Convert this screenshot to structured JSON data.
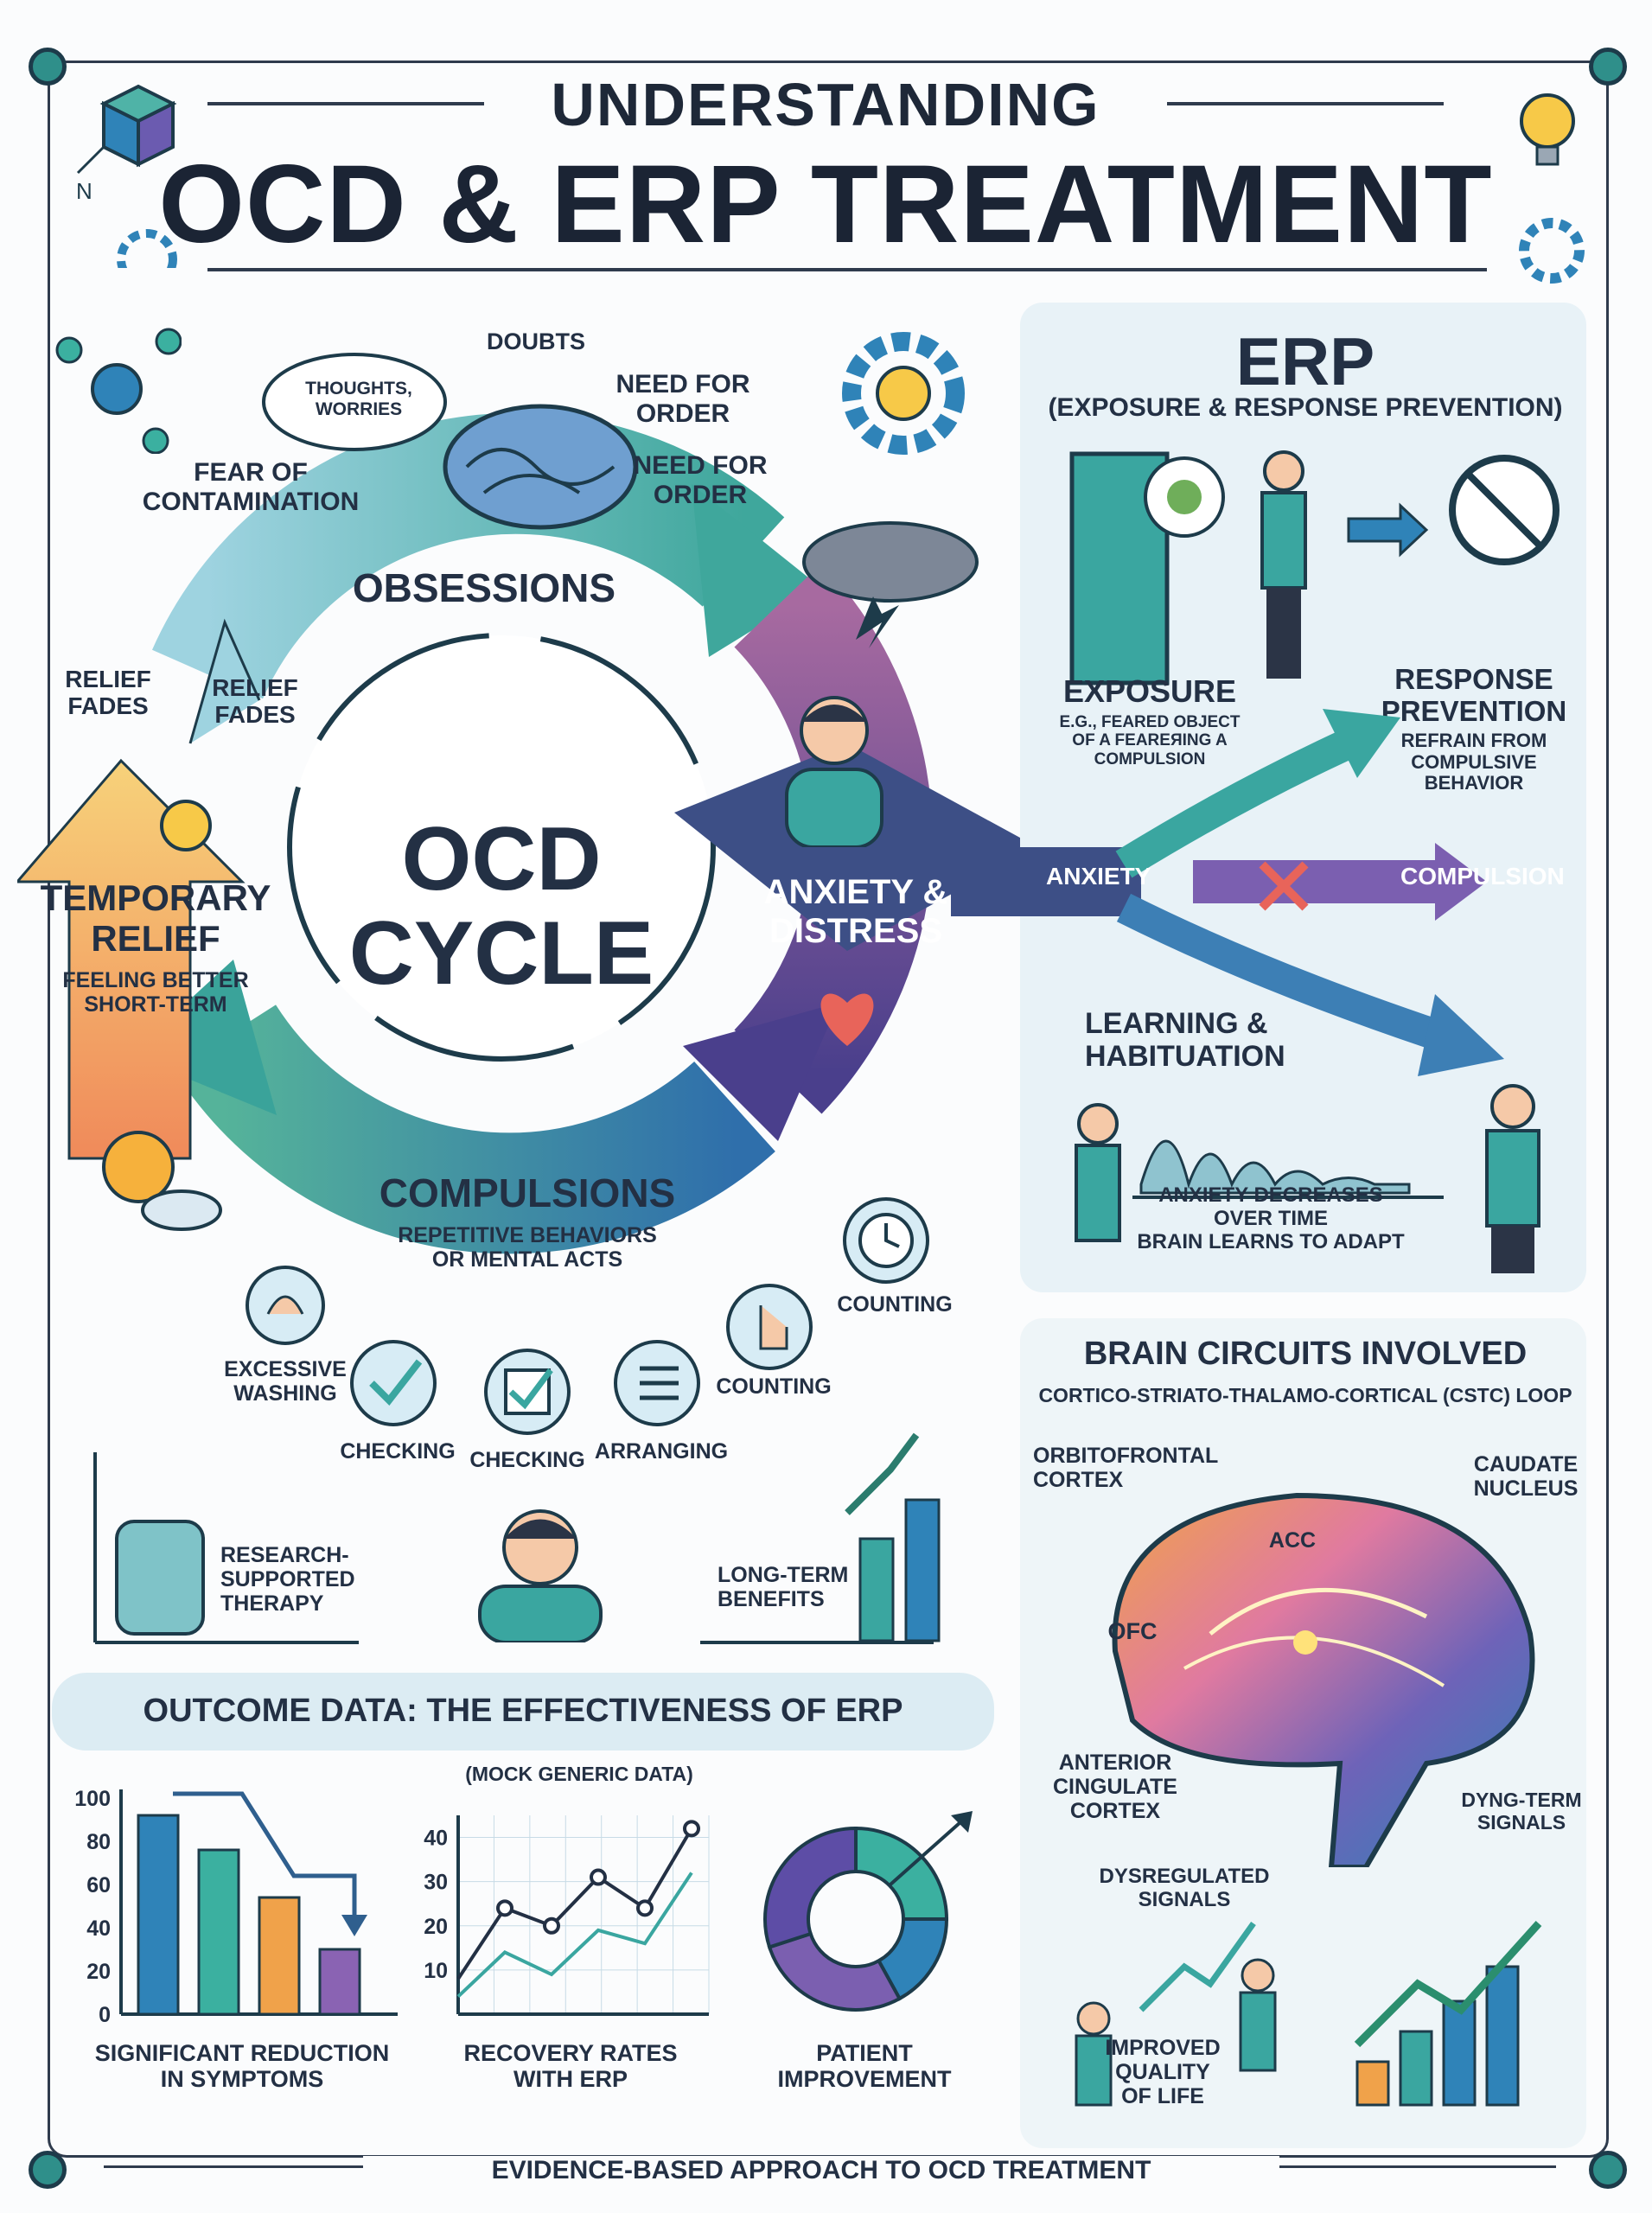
{
  "header": {
    "title_top": "UNDERSTANDING",
    "title_main": "OCD & ERP TREATMENT"
  },
  "cycle": {
    "center_line1": "OCD",
    "center_line2": "CYCLE",
    "obsessions": "OBSESSIONS",
    "anxiety_line1": "ANXIETY &",
    "anxiety_line2": "DISTRESS",
    "compulsions": "COMPULSIONS",
    "compulsions_sub": "REPETITIVE BEHAVIORS\nOR MENTAL ACTS",
    "relief_title": "TEMPORARY\nRELIEF",
    "relief_sub": "FEELING BETTER\nSHORT-TERM",
    "relief_fades_outer": "RELIEF\nFADES",
    "relief_fades_inner": "RELIEF\nFADES",
    "thought_bubble": "THOUGHTS,\nWORRIES",
    "doubts": "DOUBTS",
    "need_order_1": "NEED FOR\nORDER",
    "need_order_2": "NEED FOR\nORDER",
    "fear_contamination": "FEAR OF\nCONTAMINATION"
  },
  "compulsion_examples": {
    "washing": "EXCESSIVE\nWASHING",
    "checking_1": "CHECKING",
    "checking_2": "CHECKING",
    "arranging": "ARRANGING",
    "counting_1": "COUNTING",
    "counting_2": "COUNTING"
  },
  "middle_row": {
    "research": "RESEARCH-\nSUPPORTED\nTHERAPY",
    "long_term": "LONG-TERM\nBENEFITS"
  },
  "erp": {
    "title": "ERP",
    "subtitle": "(EXPOSURE & RESPONSE PREVENTION)",
    "exposure": "EXPOSURE",
    "exposure_sub": "E.G., FEARED OBJECT\nOF A FEAREЯING A\nCOMPULSION",
    "response_prevention": "RESPONSE\nPREVENTION",
    "response_sub": "REFRAIN FROM\nCOMPULSIVE\nBEHAVIOR",
    "anxiety_arrow": "ANXIETY",
    "compulsion_arrow": "COMPULSION",
    "learning": "LEARNING &\nHABITUATION",
    "learning_sub": "ANXIETY DECREASES\nOVER TIME\nBRAIN LEARNS TO ADAPT"
  },
  "brain": {
    "title": "BRAIN CIRCUITS INVOLVED",
    "subtitle": "CORTICO-STRIATO-THALAMO-CORTICAL (CSTC) LOOP",
    "orbitofrontal": "ORBITOFRONTAL\nCORTEX",
    "caudate": "CAUDATE\nNUCLEUS",
    "acc": "ACC",
    "ofc": "OFC",
    "anterior_cingulate": "ANTERIOR\nCINGULATE\nCORTEX",
    "long_term_signals": "DYNG-TERM\nSIGNALS",
    "dysregulated": "DYSREGULATED\nSIGNALS",
    "quality": "IMPROVED\nQUALITY\nOF LIFE"
  },
  "outcome": {
    "title": "OUTCOME DATA: THE EFFECTIVENESS OF ERP",
    "mock_note": "(MOCK GENERIC DATA)",
    "bar_caption": "SIGNIFICANT REDUCTION\nIN SYMPTOMS",
    "line_caption": "RECOVERY RATES\nWITH ERP",
    "donut_caption": "PATIENT\nIMPROVEMENT"
  },
  "footer": {
    "text": "EVIDENCE-BASED APPROACH TO OCD TREATMENT"
  },
  "chart_data": [
    {
      "type": "bar",
      "ylim": [
        0,
        100
      ],
      "yticks": [
        "100",
        "80",
        "60",
        "40",
        "20",
        "0"
      ],
      "values": [
        92,
        76,
        54,
        30
      ],
      "colors": [
        "#2f83b8",
        "#3bb0a0",
        "#f0a24a",
        "#8a63b3"
      ]
    },
    {
      "type": "line",
      "ylim": [
        0,
        45
      ],
      "yticks": [
        "40",
        "30",
        "20",
        "10"
      ],
      "series": [
        {
          "values": [
            8,
            24,
            20,
            31,
            24,
            42
          ],
          "color": "#233044"
        },
        {
          "values": [
            4,
            14,
            9,
            19,
            16,
            32
          ],
          "color": "#3aa6a0"
        }
      ]
    },
    {
      "type": "pie",
      "values": [
        25,
        17,
        28,
        30
      ],
      "colors": [
        "#3bb0a0",
        "#2f83b8",
        "#7b5fb0",
        "#5d4da6"
      ]
    }
  ]
}
